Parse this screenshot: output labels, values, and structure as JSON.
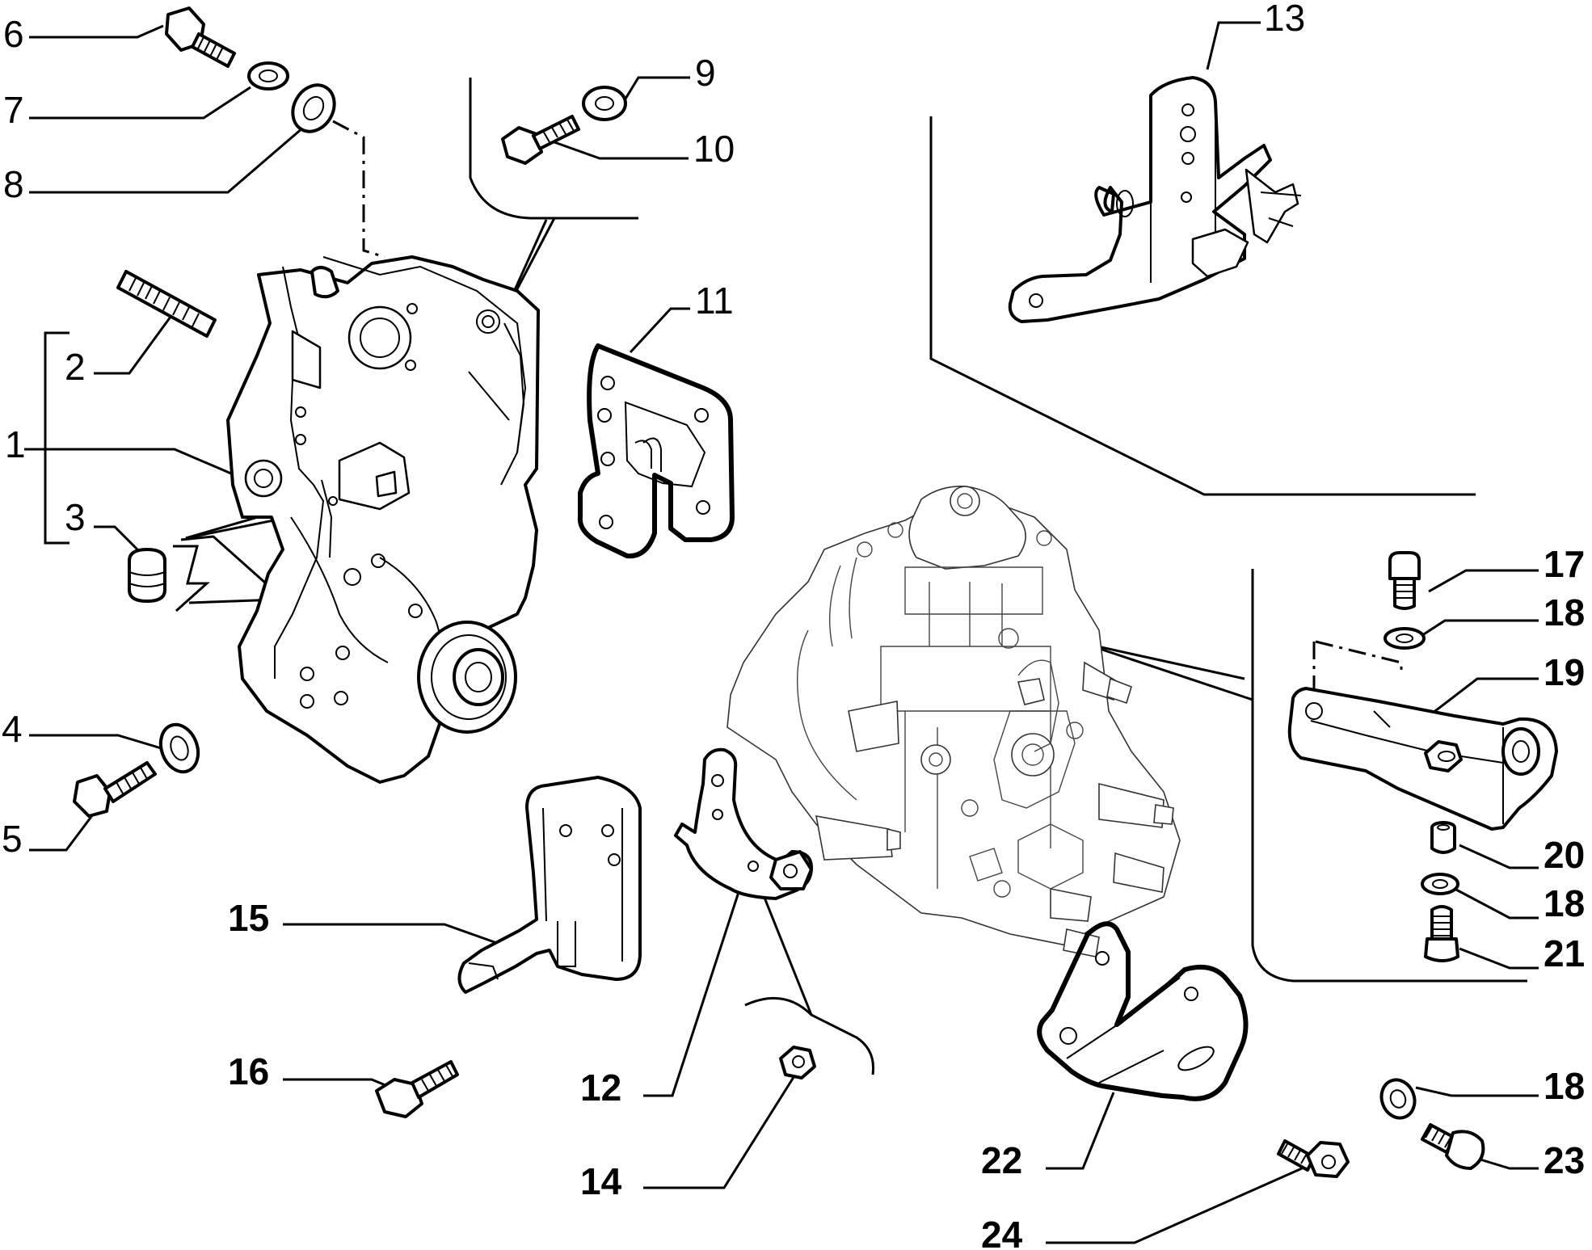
{
  "diagram": {
    "callouts": [
      {
        "id": "c1",
        "text": "1"
      },
      {
        "id": "c2",
        "text": "2"
      },
      {
        "id": "c3",
        "text": "3"
      },
      {
        "id": "c4",
        "text": "4"
      },
      {
        "id": "c5",
        "text": "5"
      },
      {
        "id": "c6",
        "text": "6"
      },
      {
        "id": "c7",
        "text": "7"
      },
      {
        "id": "c8",
        "text": "8"
      },
      {
        "id": "c9",
        "text": "9"
      },
      {
        "id": "c10",
        "text": "10"
      },
      {
        "id": "c11",
        "text": "11"
      },
      {
        "id": "c12",
        "text": "12"
      },
      {
        "id": "c13",
        "text": "13"
      },
      {
        "id": "c14",
        "text": "14"
      },
      {
        "id": "c15",
        "text": "15"
      },
      {
        "id": "c16",
        "text": "16"
      },
      {
        "id": "c17",
        "text": "17"
      },
      {
        "id": "c18a",
        "text": "18"
      },
      {
        "id": "c18b",
        "text": "18"
      },
      {
        "id": "c18c",
        "text": "18"
      },
      {
        "id": "c19",
        "text": "19"
      },
      {
        "id": "c20",
        "text": "20"
      },
      {
        "id": "c21",
        "text": "21"
      },
      {
        "id": "c22",
        "text": "22"
      },
      {
        "id": "c23",
        "text": "23"
      },
      {
        "id": "c24",
        "text": "24"
      }
    ]
  }
}
